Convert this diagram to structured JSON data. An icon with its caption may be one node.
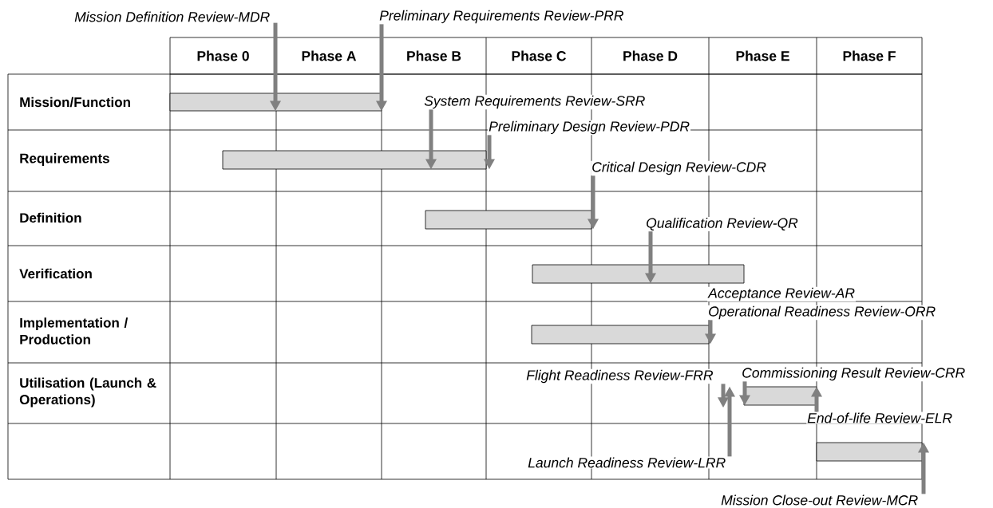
{
  "diagram": {
    "nodes": [
      {
        "text": [],
        "shape": "bar"
      },
      {
        "text": [],
        "shape": "bar"
      },
      {
        "text": [],
        "shape": "bar"
      },
      {
        "text": [],
        "shape": "bar"
      },
      {
        "text": [],
        "shape": "bar"
      },
      {
        "text": [],
        "shape": "bar"
      },
      {
        "text": [],
        "shape": "bar"
      },
      {
        "text": [
          "Mission Definition Review-MDR"
        ]
      },
      {
        "text": [
          "Preliminary Requirements Review-PRR"
        ]
      },
      {
        "text": [
          "System Requirements Review-SRR"
        ]
      },
      {
        "text": [
          "Preliminary Design Review-PDR"
        ]
      },
      {
        "text": [
          "Critical Design Review-CDR"
        ]
      },
      {
        "text": [
          "Qualification Review-QR"
        ]
      },
      {
        "text": [
          "Operational Readiness Review-ORR"
        ]
      },
      {
        "text": [
          "Flight Readiness Review-FRR"
        ]
      },
      {
        "text": [
          "Commissioning Result Review-CRR"
        ]
      },
      {
        "text": [
          "Launch Readiness Review-LRR"
        ]
      },
      {
        "text": [
          "End-of-life Review-ELR"
        ]
      },
      {
        "text": [
          "Mission Close-out Review-MCR"
        ]
      },
      {
        "text": [
          "Acceptance Review-AR"
        ]
      }
    ],
    "edges": [
      {
        "from": 7,
        "to": 0,
        "arrow": "to"
      },
      {
        "from": 8,
        "to": 0,
        "arrow": "to"
      },
      {
        "from": 9,
        "to": 1,
        "arrow": "to"
      },
      {
        "from": 10,
        "to": 1,
        "arrow": "to"
      },
      {
        "from": 11,
        "to": 2,
        "arrow": "to"
      },
      {
        "from": 12,
        "to": 3,
        "arrow": "to"
      },
      {
        "from": 13,
        "to": 4,
        "arrow": "to"
      },
      {
        "from": 14,
        "to": null,
        "arrow": "to"
      },
      {
        "from": 15,
        "to": 5,
        "arrow": "to"
      },
      {
        "from": 16,
        "to": 5,
        "arrow": "to"
      },
      {
        "from": 17,
        "to": 5,
        "arrow": "to"
      },
      {
        "from": 18,
        "to": 6,
        "arrow": "to"
      }
    ],
    "labels": [
      "Phase 0",
      "Phase A",
      "Phase B",
      "Phase C",
      "Phase D",
      "Phase E",
      "Phase F",
      "Mission/Function",
      "Requirements",
      "Definition",
      "Verification",
      "Implementation / Production",
      "Utilisation (Launch & Operations)"
    ]
  }
}
